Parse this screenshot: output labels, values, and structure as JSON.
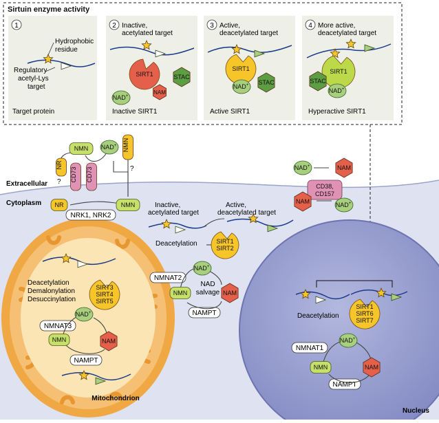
{
  "figure": {
    "panel_title": "Sirtuin enzyme activity",
    "panels": [
      {
        "num": "1",
        "title1": "",
        "title2": "",
        "caption": "Target protein"
      },
      {
        "num": "2",
        "title1": "Inactive,",
        "title2": "acetylated target",
        "caption": "Inactive SIRT1"
      },
      {
        "num": "3",
        "title1": "Active,",
        "title2": "deacetylated target",
        "caption": "Active SIRT1"
      },
      {
        "num": "4",
        "title1": "More active,",
        "title2": "deacetylated target",
        "caption": "Hyperactive SIRT1"
      }
    ],
    "panel1": {
      "hydro1": "Hydrophobic",
      "hydro2": "residue",
      "reg1": "Regulatory",
      "reg2": "acetyl-Lys",
      "reg3": "target"
    },
    "labels": {
      "sirt1": "SIRT1",
      "stac": "STAC",
      "nad": "NAD",
      "nad_sup": "+",
      "nam": "NAM",
      "nmn": "NMN",
      "nr": "NR",
      "cd73": "CD73",
      "cd38_1": "CD38,",
      "cd38_2": "CD157",
      "q": "?",
      "extracellular": "Extracellular",
      "cytoplasm": "Cytoplasm",
      "nrk": "NRK1, NRK2",
      "inactive1": "Inactive,",
      "inactive2": "acetylated target",
      "active1": "Active,",
      "active2": "deacetylated target",
      "deacetylation": "Deacetylation",
      "sirt2": "SIRT2",
      "nmnat2": "NMNAT2",
      "nad_salvage1": "NAD",
      "nad_salvage2": "salvage",
      "nampt": "NAMPT",
      "mito_act1": "Deacetylation",
      "mito_act2": "Demalonylation",
      "mito_act3": "Desuccinylation",
      "sirt3": "SIRT3",
      "sirt4": "SIRT4",
      "sirt5": "SIRT5",
      "nmnat3": "NMNAT3",
      "mitochondrion": "Mitochondrion",
      "sirt6": "SIRT6",
      "sirt7": "SIRT7",
      "nmnat1": "NMNAT1",
      "nucleus": "Nucleus"
    }
  },
  "colors": {
    "enzyme_red": "#e5604a",
    "enzyme_yellow": "#f5c52a",
    "enzyme_lime": "#bcd94a",
    "stac_green": "#5d9e42",
    "nad_green": "#a8cf7e",
    "nmn_lime": "#c7e06a",
    "nam_orange": "#e5604a",
    "nr_yellow": "#f5c52a",
    "cd_pink": "#e092b4",
    "cytoplasm": "#dfe3f1",
    "nucleus": "#8c93c7",
    "mito_outer": "#f0a845",
    "mito_inner": "#fbe5b5",
    "strand": "#1a3a8a"
  }
}
